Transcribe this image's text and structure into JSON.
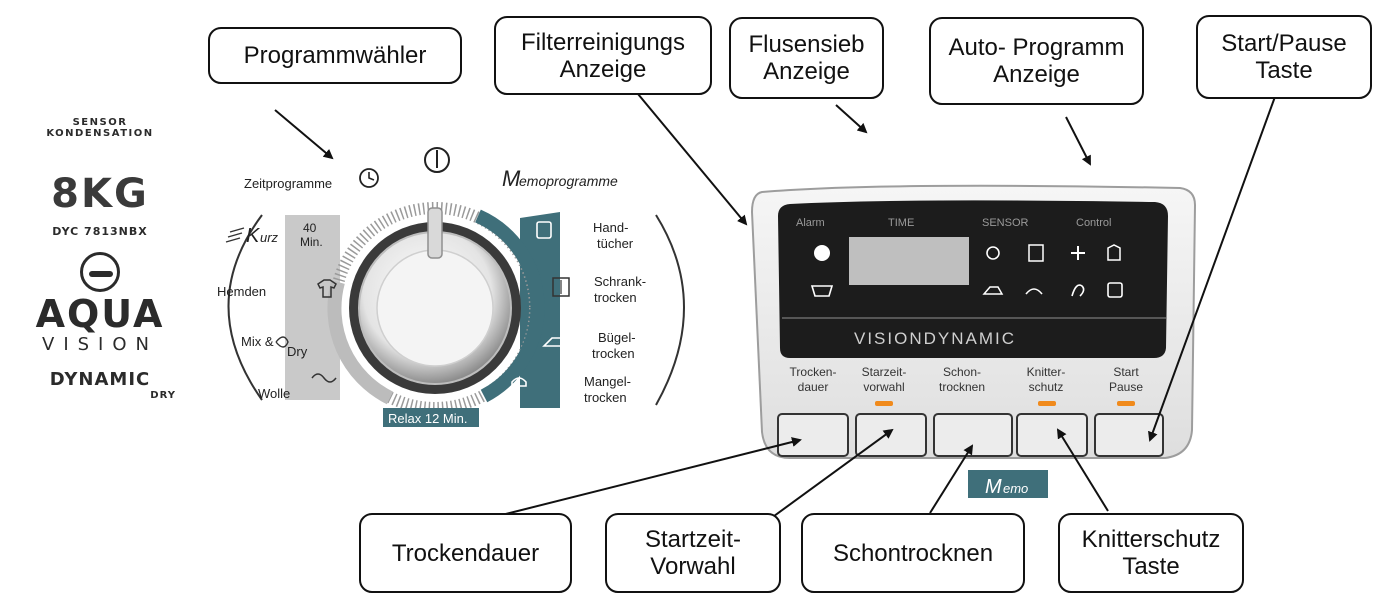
{
  "callouts": {
    "programmwaehler": "Programmwähler",
    "filter_1": "Filterreinigungs",
    "filter_2": "Anzeige",
    "flusensieb_1": "Flusensieb",
    "flusensieb_2": "Anzeige",
    "auto_1": "Auto- Programm",
    "auto_2": "Anzeige",
    "start_1": "Start/Pause",
    "start_2": "Taste",
    "trockendauer": "Trockendauer",
    "startzeit_1": "Startzeit-",
    "startzeit_2": "Vorwahl",
    "schontrocknen": "Schontrocknen",
    "knitter_1": "Knitterschutz",
    "knitter_2": "Taste"
  },
  "brand": {
    "sensor": "SENSOR",
    "kondensation": "KONDENSATION",
    "capacity": "8KG",
    "model": "DYC 7813NBX",
    "aqua": "AQUA",
    "vision": "VISION",
    "dynamic": "DYNAMIC",
    "dry": "DRY"
  },
  "dial": {
    "power_symbol": "I",
    "zeitprogramme": "Zeitprogramme",
    "memoprogramme": "emoprogramme",
    "memo_m": "M",
    "kurz_k": "K",
    "kurz": "urz",
    "kurz_time_1": "40",
    "kurz_time_2": "Min.",
    "hemden": "Hemden",
    "mix": "Mix &",
    "dry": "Dry",
    "wolle": "Wolle",
    "relax": "Relax 12 Min.",
    "hand_1": "Hand-",
    "hand_2": "tücher",
    "schrank_1": "Schrank-",
    "schrank_2": "trocken",
    "buegel_1": "Bügel-",
    "buegel_2": "trocken",
    "mangel_1": "Mangel-",
    "mangel_2": "trocken"
  },
  "display": {
    "alarm": "Alarm",
    "time": "TIME",
    "sensor": "SENSOR",
    "control": "Control",
    "brand": "VISIONDYNAMIC"
  },
  "buttons": [
    {
      "line1": "Trocken-",
      "line2": "dauer"
    },
    {
      "line1": "Starzeit-",
      "line2": "vorwahl"
    },
    {
      "line1": "Schon-",
      "line2": "trocknen"
    },
    {
      "line1": "Knitter-",
      "line2": "schutz"
    },
    {
      "line1": "Start",
      "line2": "Pause"
    }
  ],
  "memo_tab": {
    "m": "M",
    "rest": "emo"
  },
  "colors": {
    "teal": "#3f6f7a",
    "panel_dark": "#1c1c1c",
    "led_orange": "#f08a1c",
    "ring_gray": "#b9b9b9"
  }
}
